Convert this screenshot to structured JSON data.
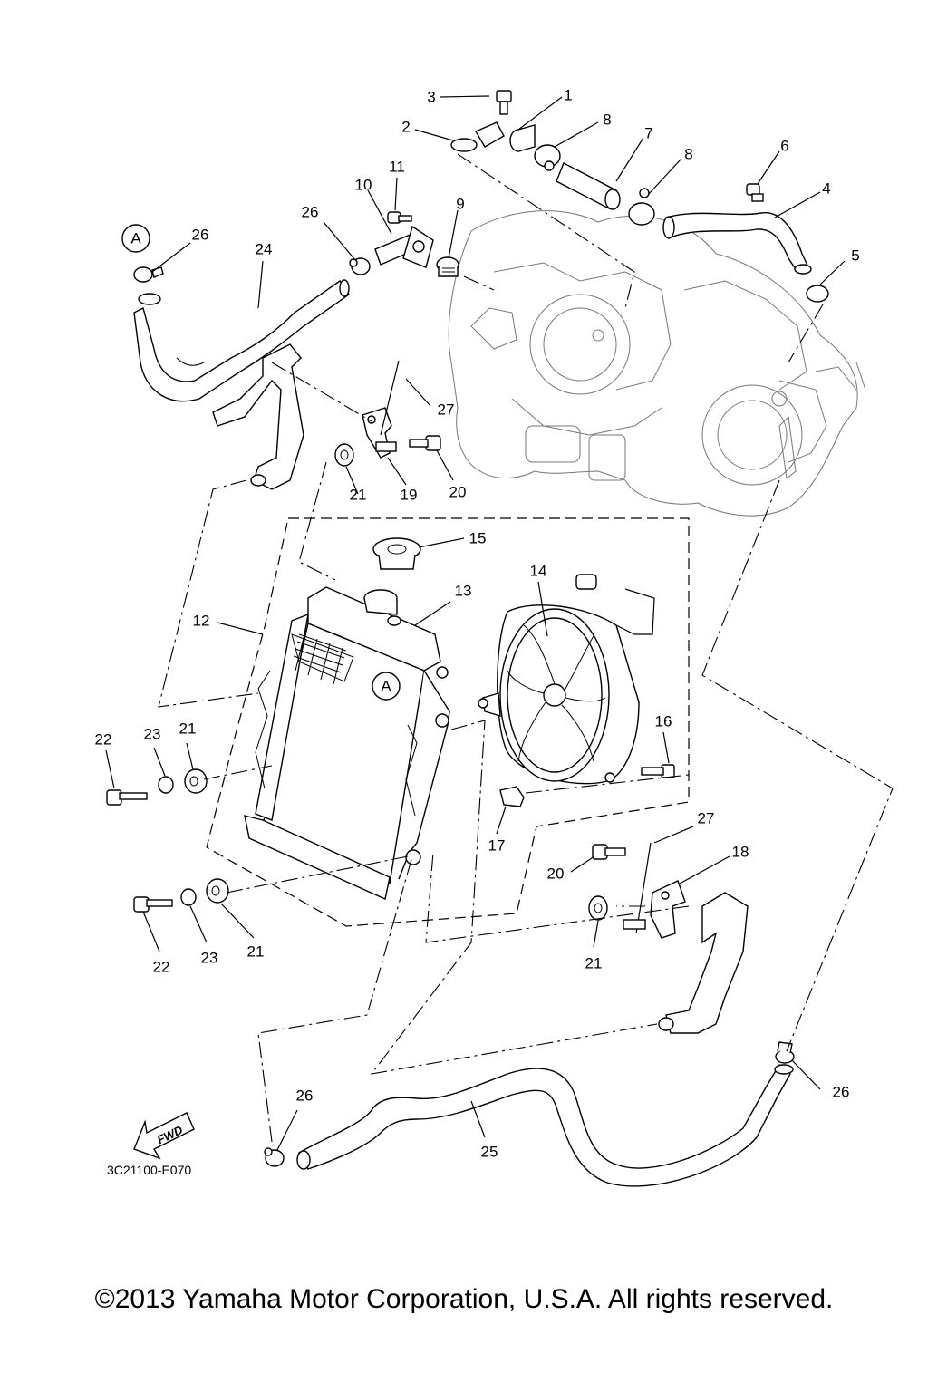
{
  "diagram": {
    "code": "3C21100-E070",
    "fwd_label": "FWD",
    "ref_letter": "A",
    "callouts": [
      {
        "id": "c3",
        "text": "3"
      },
      {
        "id": "c1",
        "text": "1"
      },
      {
        "id": "c2",
        "text": "2"
      },
      {
        "id": "c8a",
        "text": "8"
      },
      {
        "id": "c7",
        "text": "7"
      },
      {
        "id": "c8b",
        "text": "8"
      },
      {
        "id": "c6",
        "text": "6"
      },
      {
        "id": "c4",
        "text": "4"
      },
      {
        "id": "c5",
        "text": "5"
      },
      {
        "id": "c11",
        "text": "11"
      },
      {
        "id": "c10",
        "text": "10"
      },
      {
        "id": "c9",
        "text": "9"
      },
      {
        "id": "c26a",
        "text": "26"
      },
      {
        "id": "c26b",
        "text": "26"
      },
      {
        "id": "c24",
        "text": "24"
      },
      {
        "id": "c27a",
        "text": "27"
      },
      {
        "id": "c21a",
        "text": "21"
      },
      {
        "id": "c19",
        "text": "19"
      },
      {
        "id": "c20a",
        "text": "20"
      },
      {
        "id": "c15",
        "text": "15"
      },
      {
        "id": "c14",
        "text": "14"
      },
      {
        "id": "c13",
        "text": "13"
      },
      {
        "id": "c12",
        "text": "12"
      },
      {
        "id": "c16",
        "text": "16"
      },
      {
        "id": "c22a",
        "text": "22"
      },
      {
        "id": "c23a",
        "text": "23"
      },
      {
        "id": "c21b",
        "text": "21"
      },
      {
        "id": "c17",
        "text": "17"
      },
      {
        "id": "c27b",
        "text": "27"
      },
      {
        "id": "c18",
        "text": "18"
      },
      {
        "id": "c20b",
        "text": "20"
      },
      {
        "id": "c22b",
        "text": "22"
      },
      {
        "id": "c23b",
        "text": "23"
      },
      {
        "id": "c21c",
        "text": "21"
      },
      {
        "id": "c21d",
        "text": "21"
      },
      {
        "id": "c26c",
        "text": "26"
      },
      {
        "id": "c26d",
        "text": "26"
      },
      {
        "id": "c25",
        "text": "25"
      }
    ]
  },
  "copyright": "©2013 Yamaha Motor Corporation, U.S.A. All rights reserved."
}
